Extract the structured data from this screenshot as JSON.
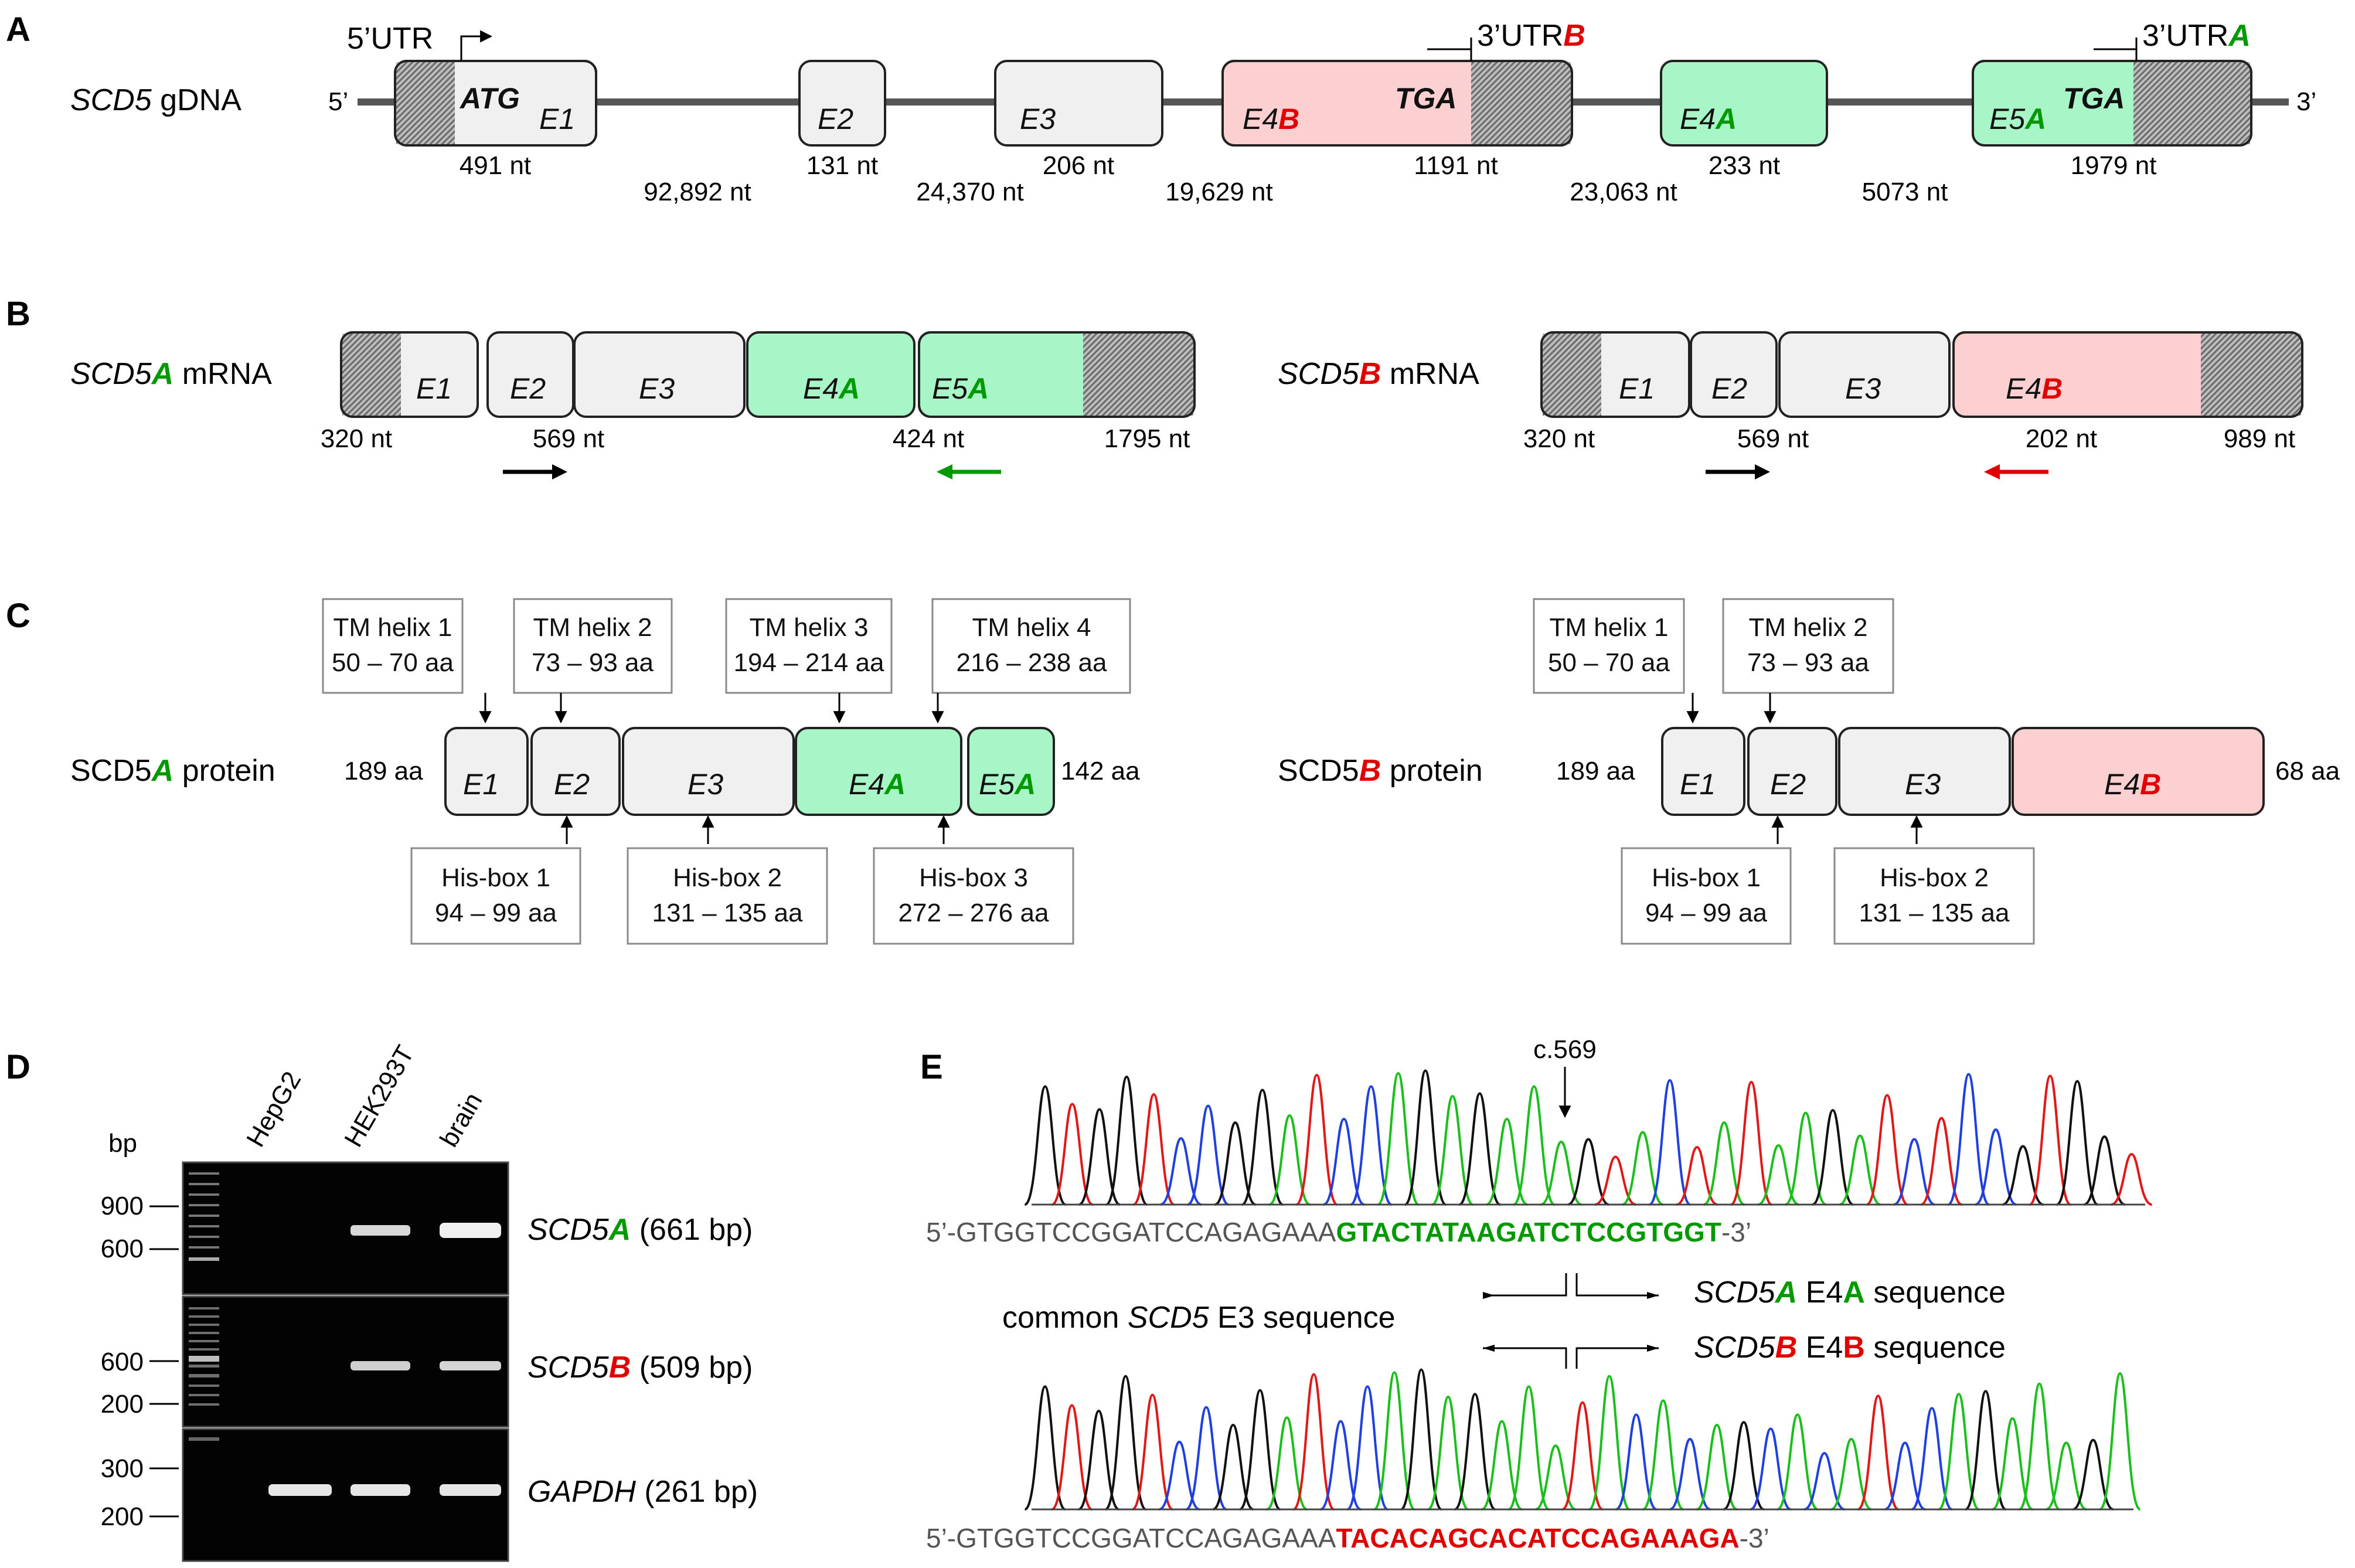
{
  "panels": {
    "A": "A",
    "B": "B",
    "C": "C",
    "D": "D",
    "E": "E"
  },
  "colors": {
    "green": "#009a00",
    "red": "#e00000",
    "exon_gray": "#f0f0f0",
    "exon_green": "#a8f5c8",
    "exon_red": "#fcd0d0",
    "line": "#555555"
  },
  "a": {
    "gene_pre": "SCD5",
    "gene_post": " gDNA",
    "five_prime": "5’",
    "three_prime": "3’",
    "utr5": "5’UTR",
    "utr3b_pre": "3’UTR",
    "utr3b_letter": "B",
    "utr3a_pre": "3’UTR",
    "utr3a_letter": "A",
    "atg": "ATG",
    "tga": "TGA",
    "exons": {
      "e1": "E1",
      "e2": "E2",
      "e3": "E3",
      "e4b_pre": "E4",
      "e4b_letter": "B",
      "e4a_pre": "E4",
      "e4a_letter": "A",
      "e5a_pre": "E5",
      "e5a_letter": "A"
    },
    "exon_lengths": [
      "491 nt",
      "131 nt",
      "206 nt",
      "1191 nt",
      "233 nt",
      "1979 nt"
    ],
    "intron_lengths": [
      "92,892 nt",
      "24,370 nt",
      "19,629 nt",
      "23,063 nt",
      "5073 nt"
    ]
  },
  "b": {
    "a_gene_pre": "SCD5",
    "a_letter": "A",
    "b_gene_pre": "SCD5",
    "b_letter": "B",
    "mrna": " mRNA",
    "e1": "E1",
    "e2": "E2",
    "e3": "E3",
    "e4": "E4",
    "e5": "E5",
    "let_a": "A",
    "let_b": "B",
    "a_nt": [
      "320 nt",
      "569 nt",
      "424 nt",
      "1795 nt"
    ],
    "b_nt": [
      "320 nt",
      "569 nt",
      "202 nt",
      "989 nt"
    ]
  },
  "c": {
    "a_name_pre": "SCD5",
    "a_letter": "A",
    "b_name_pre": "SCD5",
    "b_letter": "B",
    "protein": " protein",
    "aa_common": "189 aa",
    "aa_a": "142 aa",
    "aa_b": "68 aa",
    "e1": "E1",
    "e2": "E2",
    "e3": "E3",
    "e4": "E4",
    "e5": "E5",
    "let_a": "A",
    "let_b": "B",
    "tm": [
      {
        "title": "TM helix 1",
        "range": "50 – 70 aa"
      },
      {
        "title": "TM helix 2",
        "range": "73 – 93 aa"
      },
      {
        "title": "TM helix 3",
        "range": "194 – 214 aa"
      },
      {
        "title": "TM helix 4",
        "range": "216 – 238 aa"
      }
    ],
    "his": [
      {
        "title": "His-box 1",
        "range": "94 – 99 aa"
      },
      {
        "title": "His-box 2",
        "range": "131 – 135 aa"
      },
      {
        "title": "His-box 3",
        "range": "272 – 276 aa"
      }
    ]
  },
  "d": {
    "bp": "bp",
    "lanes": [
      "HepG2",
      "HEK293T",
      "brain"
    ],
    "gel1_ticks": [
      "900",
      "600"
    ],
    "gel2_ticks": [
      "600",
      "200"
    ],
    "gel3_ticks": [
      "300",
      "200"
    ],
    "row1_pre": "SCD5",
    "row1_letter": "A",
    "row1_size": " (661 bp)",
    "row2_pre": "SCD5",
    "row2_letter": "B",
    "row2_size": " (509 bp)",
    "row3_gene": "GAPDH",
    "row3_size": " (261 bp)"
  },
  "e": {
    "pos": "c.569",
    "top_common": "5’-GTGGTCCGGATCCAGAGAAA",
    "top_colored": "GTACTATAAGATCTCCGTGGT",
    "bot_common": "5’-GTGGTCCGGATCCAGAGAAA",
    "bot_colored": "TACACAGCACATCCAGAAAGA",
    "end3": "-3’",
    "common_pre": "common ",
    "common_gene": "SCD5",
    "common_post": " E3 sequence",
    "a_gene_pre": "SCD5",
    "a_letter": "A",
    "a_mid": " E4",
    "a_letter2": "A",
    "a_post": " sequence",
    "b_gene_pre": "SCD5",
    "b_letter": "B",
    "b_mid": " E4",
    "b_letter2": "B",
    "b_post": " sequence"
  }
}
